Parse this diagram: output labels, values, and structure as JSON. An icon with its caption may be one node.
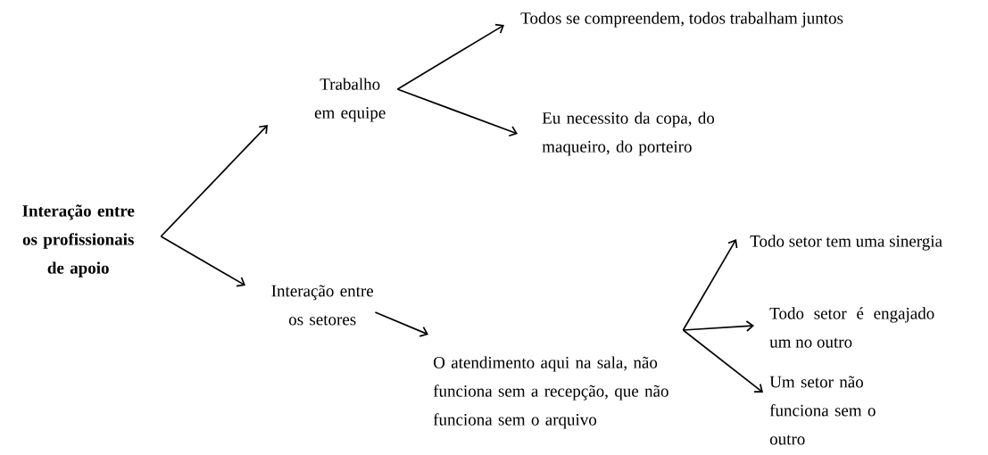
{
  "diagram": {
    "nodes": [
      {
        "text": [
          "Interação entre os profissionais de apoio"
        ]
      },
      {
        "text": [
          "Trabalho em equipe"
        ]
      },
      {
        "text": [
          "Interação entre os setores"
        ]
      },
      {
        "text": [
          "Todos se compreendem, todos trabalham juntos"
        ]
      },
      {
        "text": [
          "Eu necessito da copa, do maqueiro, do porteiro"
        ]
      },
      {
        "text": [
          "O atendimento aqui na sala, não funciona sem a recepção, que não funciona sem o arquivo"
        ]
      },
      {
        "text": [
          "Todo setor tem uma sinergia"
        ]
      },
      {
        "text": [
          "Todo setor é engajado um no outro"
        ]
      },
      {
        "text": [
          "Um setor não funciona sem o outro"
        ]
      }
    ],
    "edges": [
      {
        "from": 0,
        "to": 1,
        "arrow": "to"
      },
      {
        "from": 0,
        "to": 2,
        "arrow": "to"
      },
      {
        "from": 1,
        "to": 3,
        "arrow": "to"
      },
      {
        "from": 1,
        "to": 4,
        "arrow": "to"
      },
      {
        "from": 2,
        "to": 5,
        "arrow": "to"
      },
      {
        "from": 5,
        "to": 6,
        "arrow": "to"
      },
      {
        "from": 5,
        "to": 7,
        "arrow": "to"
      },
      {
        "from": 5,
        "to": 8,
        "arrow": "to"
      }
    ]
  }
}
